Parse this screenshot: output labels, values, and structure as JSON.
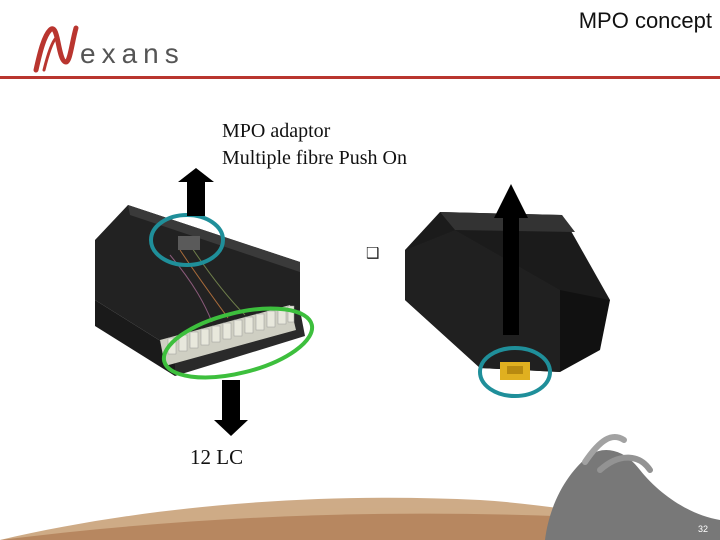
{
  "header": {
    "title": "MPO concept",
    "logo_text": "exans",
    "brand_color": "#b9352f"
  },
  "labels": {
    "adaptor_line1": "MPO adaptor",
    "adaptor_line2": "Multiple fibre Push On",
    "lc": "12 LC",
    "stray_glyph": "❑"
  },
  "footer": {
    "page_number": "32"
  },
  "colors": {
    "teal_circle": "#1f8f9a",
    "green_ellipse": "#3dbf3d",
    "arrow": "#000000",
    "module_body": "#1b1b1b",
    "mpo_port": "#e0b020"
  }
}
